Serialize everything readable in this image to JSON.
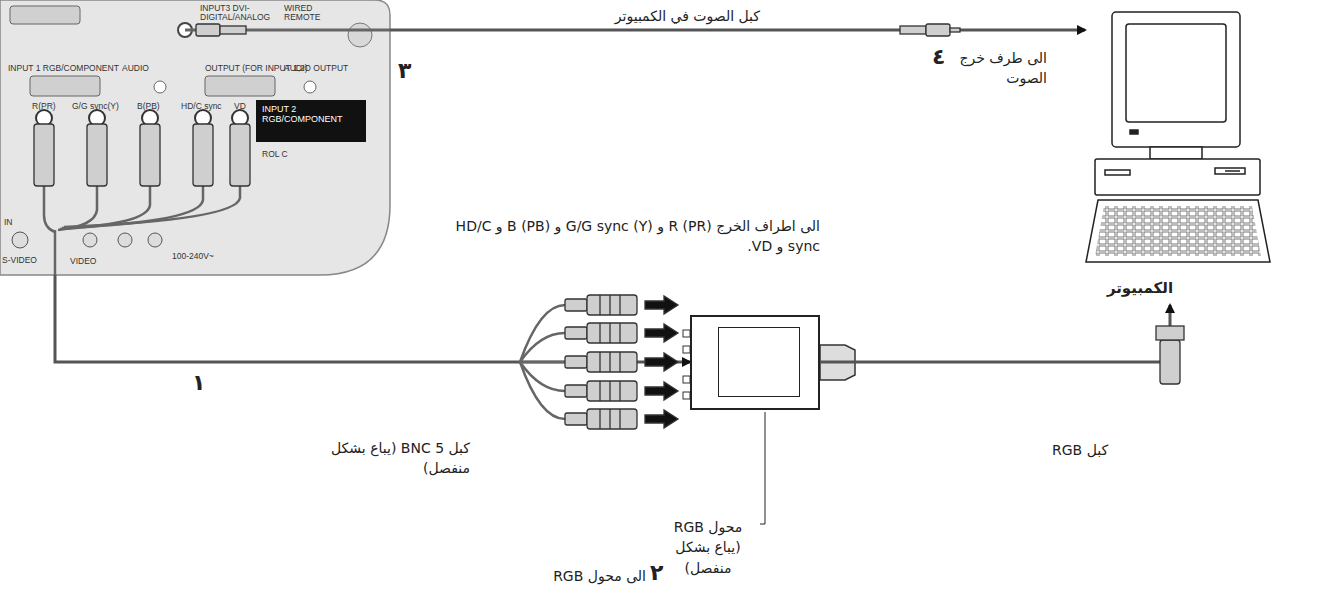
{
  "diagram": {
    "nodes": [
      {
        "text": [
          "INPUT3 DVI-DIGITAL/ANALOG",
          "WIRED REMOTE",
          "INPUT 1 RGB/COMPONENT",
          "AUDIO",
          "OUTPUT (FOR INPUT 1,2)",
          "AUDIO OUTPUT",
          "R(PR)",
          "G/G sync(Y)",
          "B(PB)",
          "HD/C sync",
          "VD",
          "INPUT 2 RGB/COMPONENT",
          "ROL C",
          "IN",
          "S-VIDEO",
          "VIDEO",
          "100-240V~"
        ]
      },
      {
        "text": [
          "محول RGB (يباع بشكل منفصل)"
        ]
      },
      {
        "text": [
          "الكمبيوتر"
        ]
      }
    ],
    "edges": [
      {
        "from": 0,
        "to": 1,
        "arrow": "to"
      },
      {
        "from": 1,
        "to": 2,
        "arrow": "to"
      },
      {
        "from": 0,
        "to": 2,
        "arrow": "to"
      }
    ],
    "labels": [
      "كبل الصوت في الكمبيوتر",
      "٣",
      "٤",
      "الى طرف خرج الصوت",
      "الى اطراف الخرج R (PR) و G/G sync (Y) و B (PB) و HD/C sync و VD.",
      "١",
      "كبل BNC 5 (يباع بشكل منفصل)",
      "٢",
      "الى محول RGB",
      "كبل RGB"
    ]
  }
}
